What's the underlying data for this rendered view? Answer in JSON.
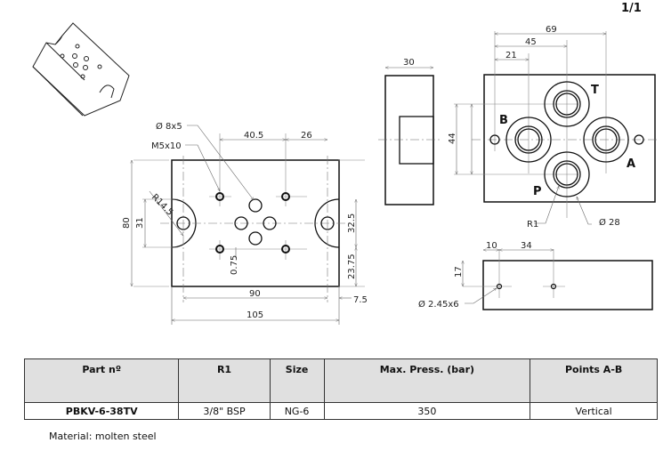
{
  "page": {
    "number": "1/1"
  },
  "front_view": {
    "labels": {
      "hole_dia": "Ø 8x5",
      "thread": "M5x10",
      "radius": "R14.5",
      "dim_40_5": "40.5",
      "dim_26": "26",
      "dim_80": "80",
      "dim_31": "31",
      "dim_32_5": "32.5",
      "dim_23_75": "23.75",
      "dim_0_75": "0.75",
      "dim_90": "90",
      "dim_105": "105",
      "dim_7_5": "7.5"
    }
  },
  "side_view": {
    "labels": {
      "dim_30": "30"
    }
  },
  "top_view": {
    "labels": {
      "dim_69": "69",
      "dim_45": "45",
      "dim_21": "21",
      "dim_44": "44",
      "r1": "R1",
      "dia_28": "Ø 28"
    },
    "ports": {
      "t": "T",
      "b": "B",
      "a": "A",
      "p": "P"
    }
  },
  "bottom_view": {
    "labels": {
      "dim_10": "10",
      "dim_34": "34",
      "dim_17": "17",
      "hole": "Ø 2.45x6"
    }
  },
  "table": {
    "headers": [
      "Part nº",
      "R1",
      "Size",
      "Max. Press. (bar)",
      "Points A-B"
    ],
    "rows": [
      [
        "PBKV-6-38TV",
        "3/8\" BSP",
        "NG-6",
        "350",
        "Vertical"
      ]
    ]
  },
  "material": "Material: molten steel"
}
